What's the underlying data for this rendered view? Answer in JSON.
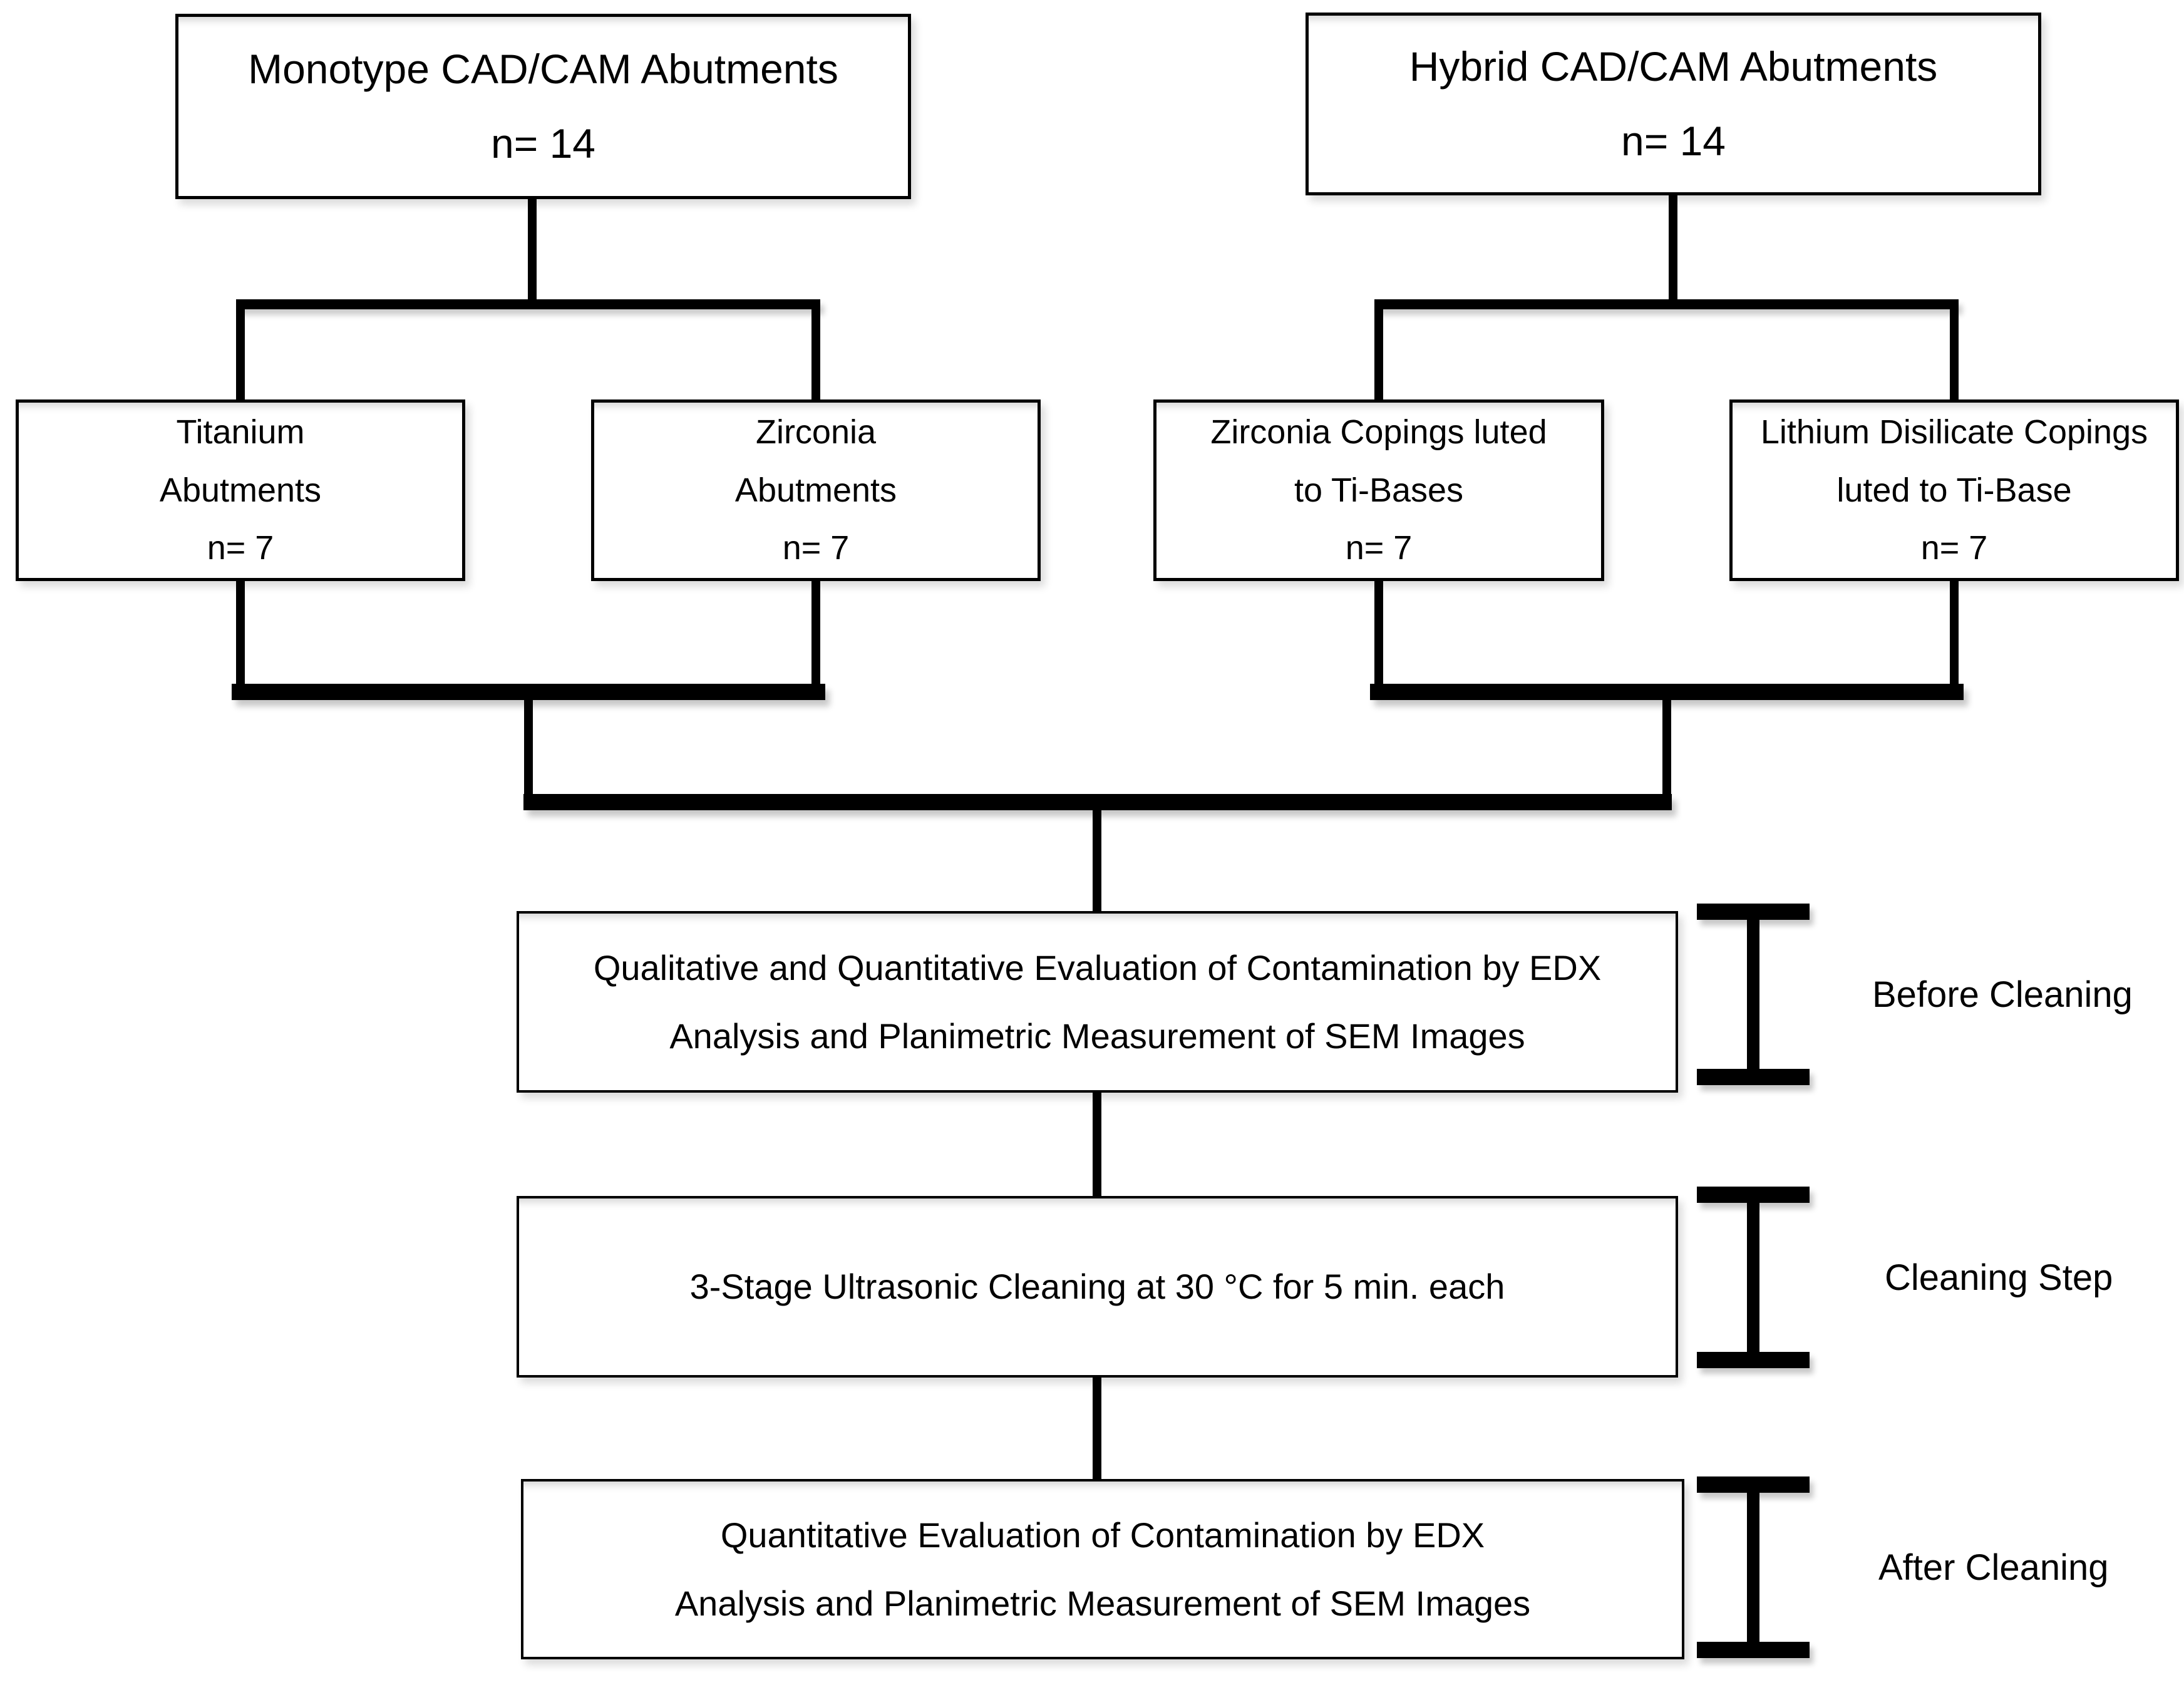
{
  "diagram": {
    "boxes": {
      "monotype": {
        "lines": [
          "Monotype CAD/CAM Abutments",
          "n= 14"
        ]
      },
      "hybrid": {
        "lines": [
          "Hybrid CAD/CAM Abutments",
          "n= 14"
        ]
      },
      "titanium": {
        "lines": [
          "Titanium",
          "Abutments",
          "n= 7"
        ]
      },
      "zirconia": {
        "lines": [
          "Zirconia",
          "Abutments",
          "n= 7"
        ]
      },
      "zirconia_copings": {
        "lines": [
          "Zirconia Copings luted",
          "to Ti-Bases",
          "n= 7"
        ]
      },
      "lithium_disilicate": {
        "lines": [
          "Lithium Disilicate Copings",
          "luted to Ti-Base",
          "n= 7"
        ]
      },
      "evaluation_before": {
        "lines": [
          "Qualitative and Quantitative Evaluation of Contamination by EDX",
          "Analysis and Planimetric Measurement of SEM Images"
        ]
      },
      "cleaning": {
        "lines": [
          "3-Stage Ultrasonic Cleaning at 30 °C for 5 min. each"
        ]
      },
      "evaluation_after": {
        "lines": [
          "Quantitative Evaluation of Contamination by EDX",
          "Analysis and Planimetric Measurement of SEM Images"
        ]
      }
    },
    "stage_labels": {
      "before": "Before Cleaning",
      "step": "Cleaning Step",
      "after": "After Cleaning"
    },
    "colors": {
      "line": "#000000",
      "box_fill": "#ffffff",
      "background": "#ffffff"
    }
  }
}
